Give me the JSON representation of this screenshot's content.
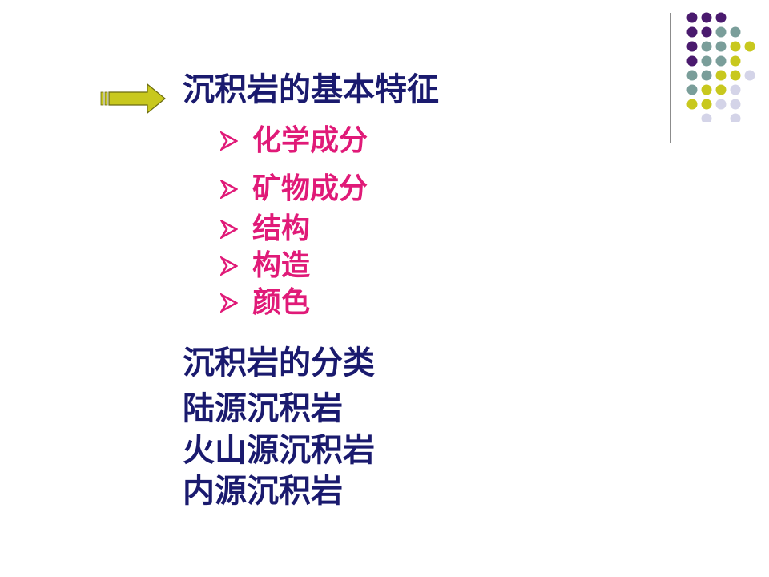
{
  "main": {
    "title_features": "沉积岩的基本特征",
    "feature_items": [
      {
        "label": "化学成分"
      },
      {
        "label": "矿物成分"
      },
      {
        "label": "结构"
      },
      {
        "label": "构造"
      },
      {
        "label": "颜色"
      }
    ],
    "title_classification": "沉积岩的分类",
    "classification_items": [
      {
        "label": "陆源沉积岩"
      },
      {
        "label": "火山源沉积岩"
      },
      {
        "label": "内源沉积岩"
      }
    ]
  },
  "colors": {
    "heading": "#1a1a6e",
    "bullet_text": "#e01a78",
    "arrow_fill": "#c8c81e",
    "dot_purple": "#4a1a6e",
    "dot_teal": "#7a9e9a",
    "dot_olive": "#c8c81e",
    "dot_lavender": "#d4d4e8"
  },
  "icons": {
    "pointer": "right-arrow-icon",
    "bullet": "arrowhead-bullet-icon"
  }
}
